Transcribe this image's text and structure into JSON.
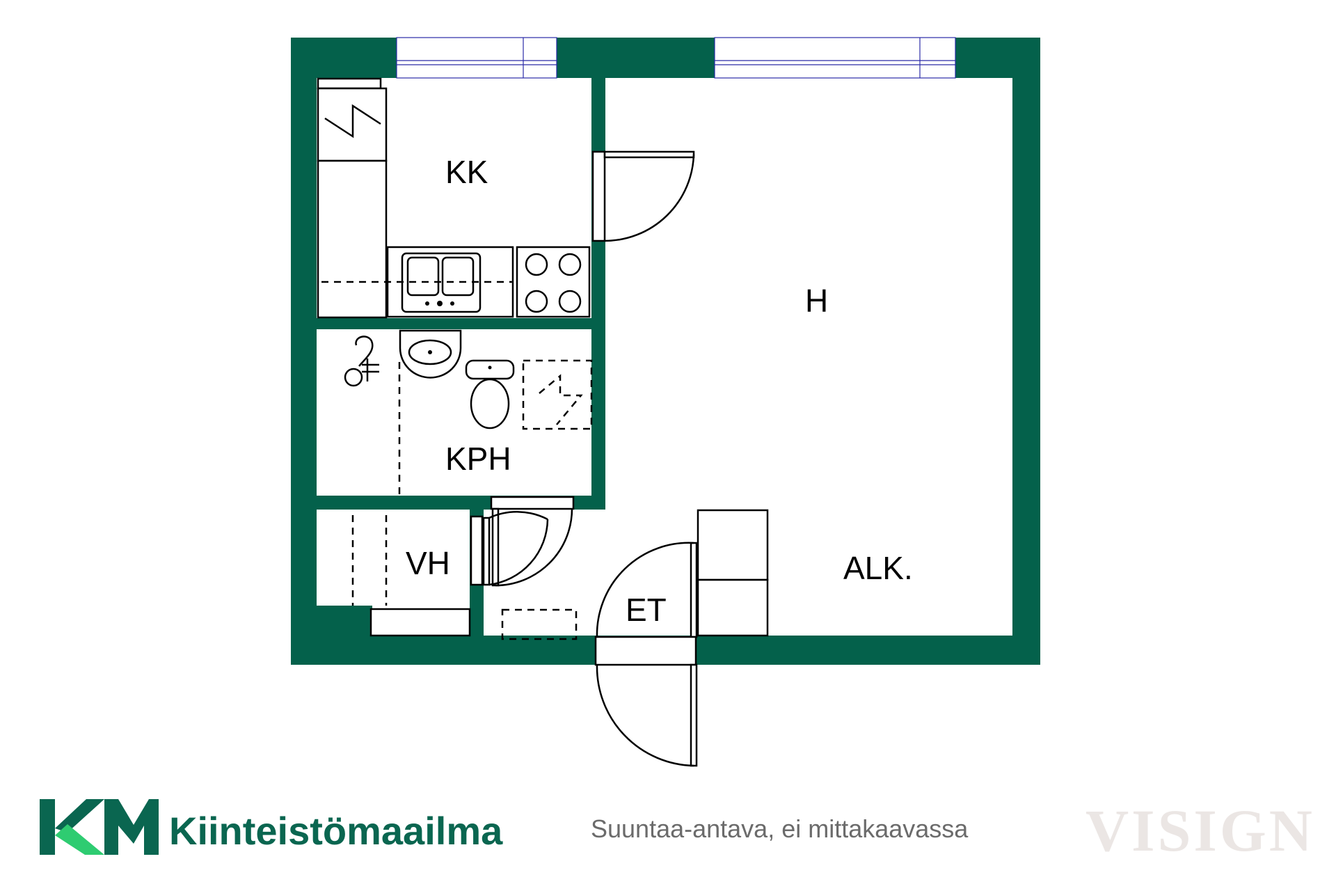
{
  "rooms": {
    "kk": "KK",
    "h": "H",
    "kph": "KPH",
    "vh": "VH",
    "et": "ET",
    "alk": "ALK."
  },
  "footer": {
    "brand": "Kiinteistömaailma",
    "logo_letters": "KM",
    "disclaimer": "Suuntaa-antava, ei mittakaavassa",
    "watermark": "VISIGN"
  },
  "colors": {
    "wall": "#04614b",
    "brand_dark": "#0a6650",
    "brand_light": "#2ecc71",
    "text": "#000000",
    "disclaimer": "#6b6b6b",
    "watermark": "#ebe6e4",
    "window": "#2a2aa8"
  }
}
